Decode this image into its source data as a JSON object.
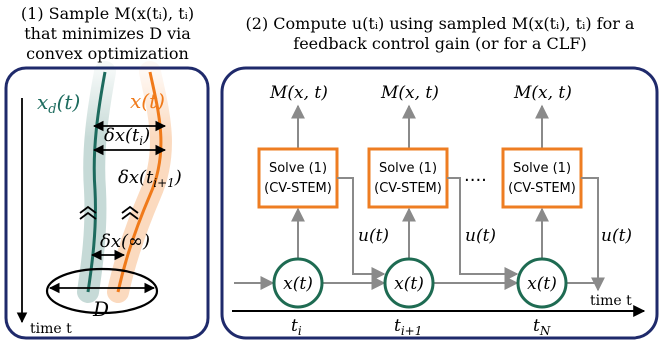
{
  "captions": {
    "left_line1": "(1) Sample M(x(tᵢ), tᵢ)",
    "left_line2": "that minimizes D via",
    "left_line3": "convex optimization",
    "right_line1": "(2) Compute u(tᵢ) using sampled M(x(tᵢ), tᵢ) for a",
    "right_line2": "feedback control gain (or for a CLF)"
  },
  "left_panel": {
    "xd_label": "x_d(t)",
    "x_label": "x(t)",
    "dx_ti": "δx(t_i)",
    "dx_ti1": "δx(t_{i+1})",
    "dx_inf": "δx(∞)",
    "D_label": "D",
    "time_label": "time t"
  },
  "right_panel": {
    "top_labels": [
      "M(x, t)",
      "M(x, t)",
      "M(x, t)"
    ],
    "solve_line1": "Solve (1)",
    "solve_line2": "(CV-STEM)",
    "u_labels": [
      "u(t)",
      "u(t)",
      "u(t)"
    ],
    "state_labels": [
      "x(t)",
      "x(t)",
      "x(t)"
    ],
    "ellipsis": "····",
    "time_label": "time t",
    "tick_labels": [
      "t_i",
      "t_{i+1}",
      "t_N"
    ]
  },
  "colors": {
    "frame": "#1f2a6b",
    "xd_teal": "#1d6b5e",
    "x_orange": "#f07a1a",
    "box_orange": "#ee7d22",
    "circle_green": "#1e6b52",
    "arrow_gray": "#8a8a8a"
  }
}
